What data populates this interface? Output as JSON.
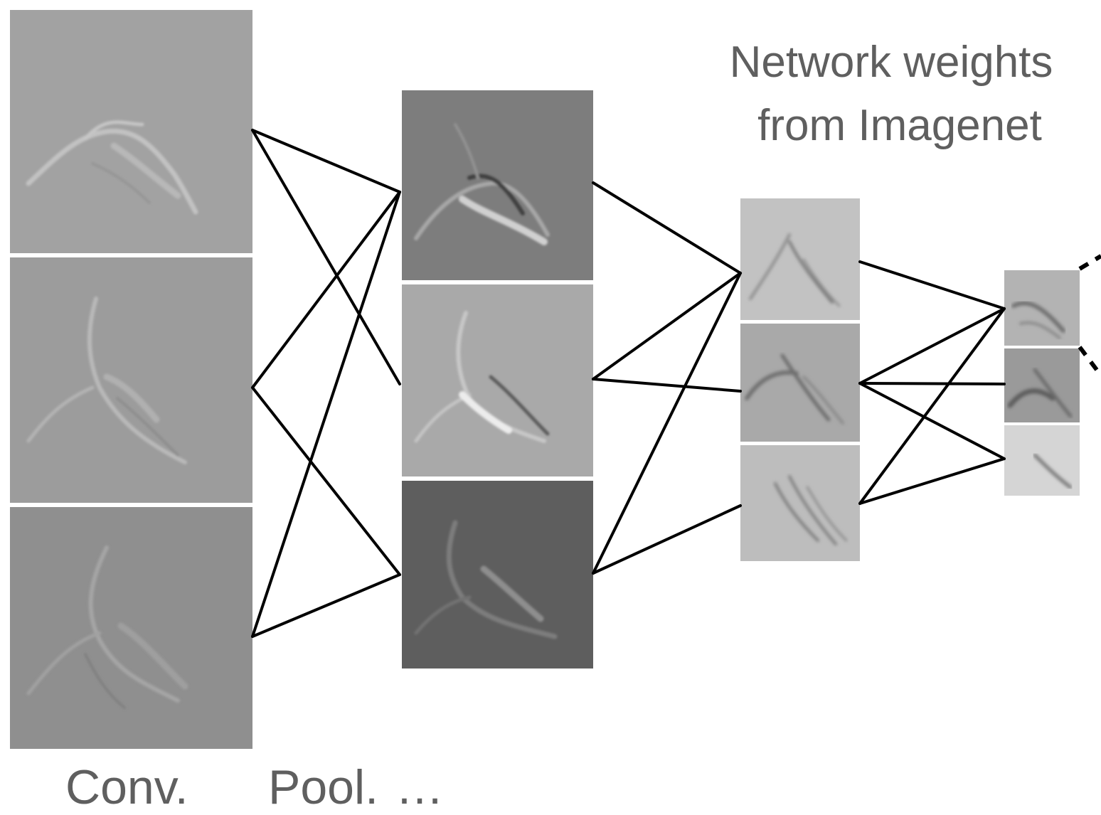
{
  "title": {
    "line1": "Network weights",
    "line2": "from Imagenet"
  },
  "captions": {
    "conv": "Conv.",
    "pool": "Pool.",
    "ellipsis": "…"
  },
  "colors": {
    "edge": "#000000",
    "text": "#5f5f5f",
    "map_conv": [
      "#a2a2a2",
      "#9c9c9c",
      "#8f8f8f"
    ],
    "map_pool": [
      "#7d7d7d",
      "#a9a9a9",
      "#5e5e5e"
    ],
    "map_layer3": [
      "#c2c2c2",
      "#a9a9a9",
      "#bdbdbd"
    ],
    "map_layer4": [
      "#b3b3b3",
      "#9a9a9a",
      "#d5d5d5"
    ]
  }
}
